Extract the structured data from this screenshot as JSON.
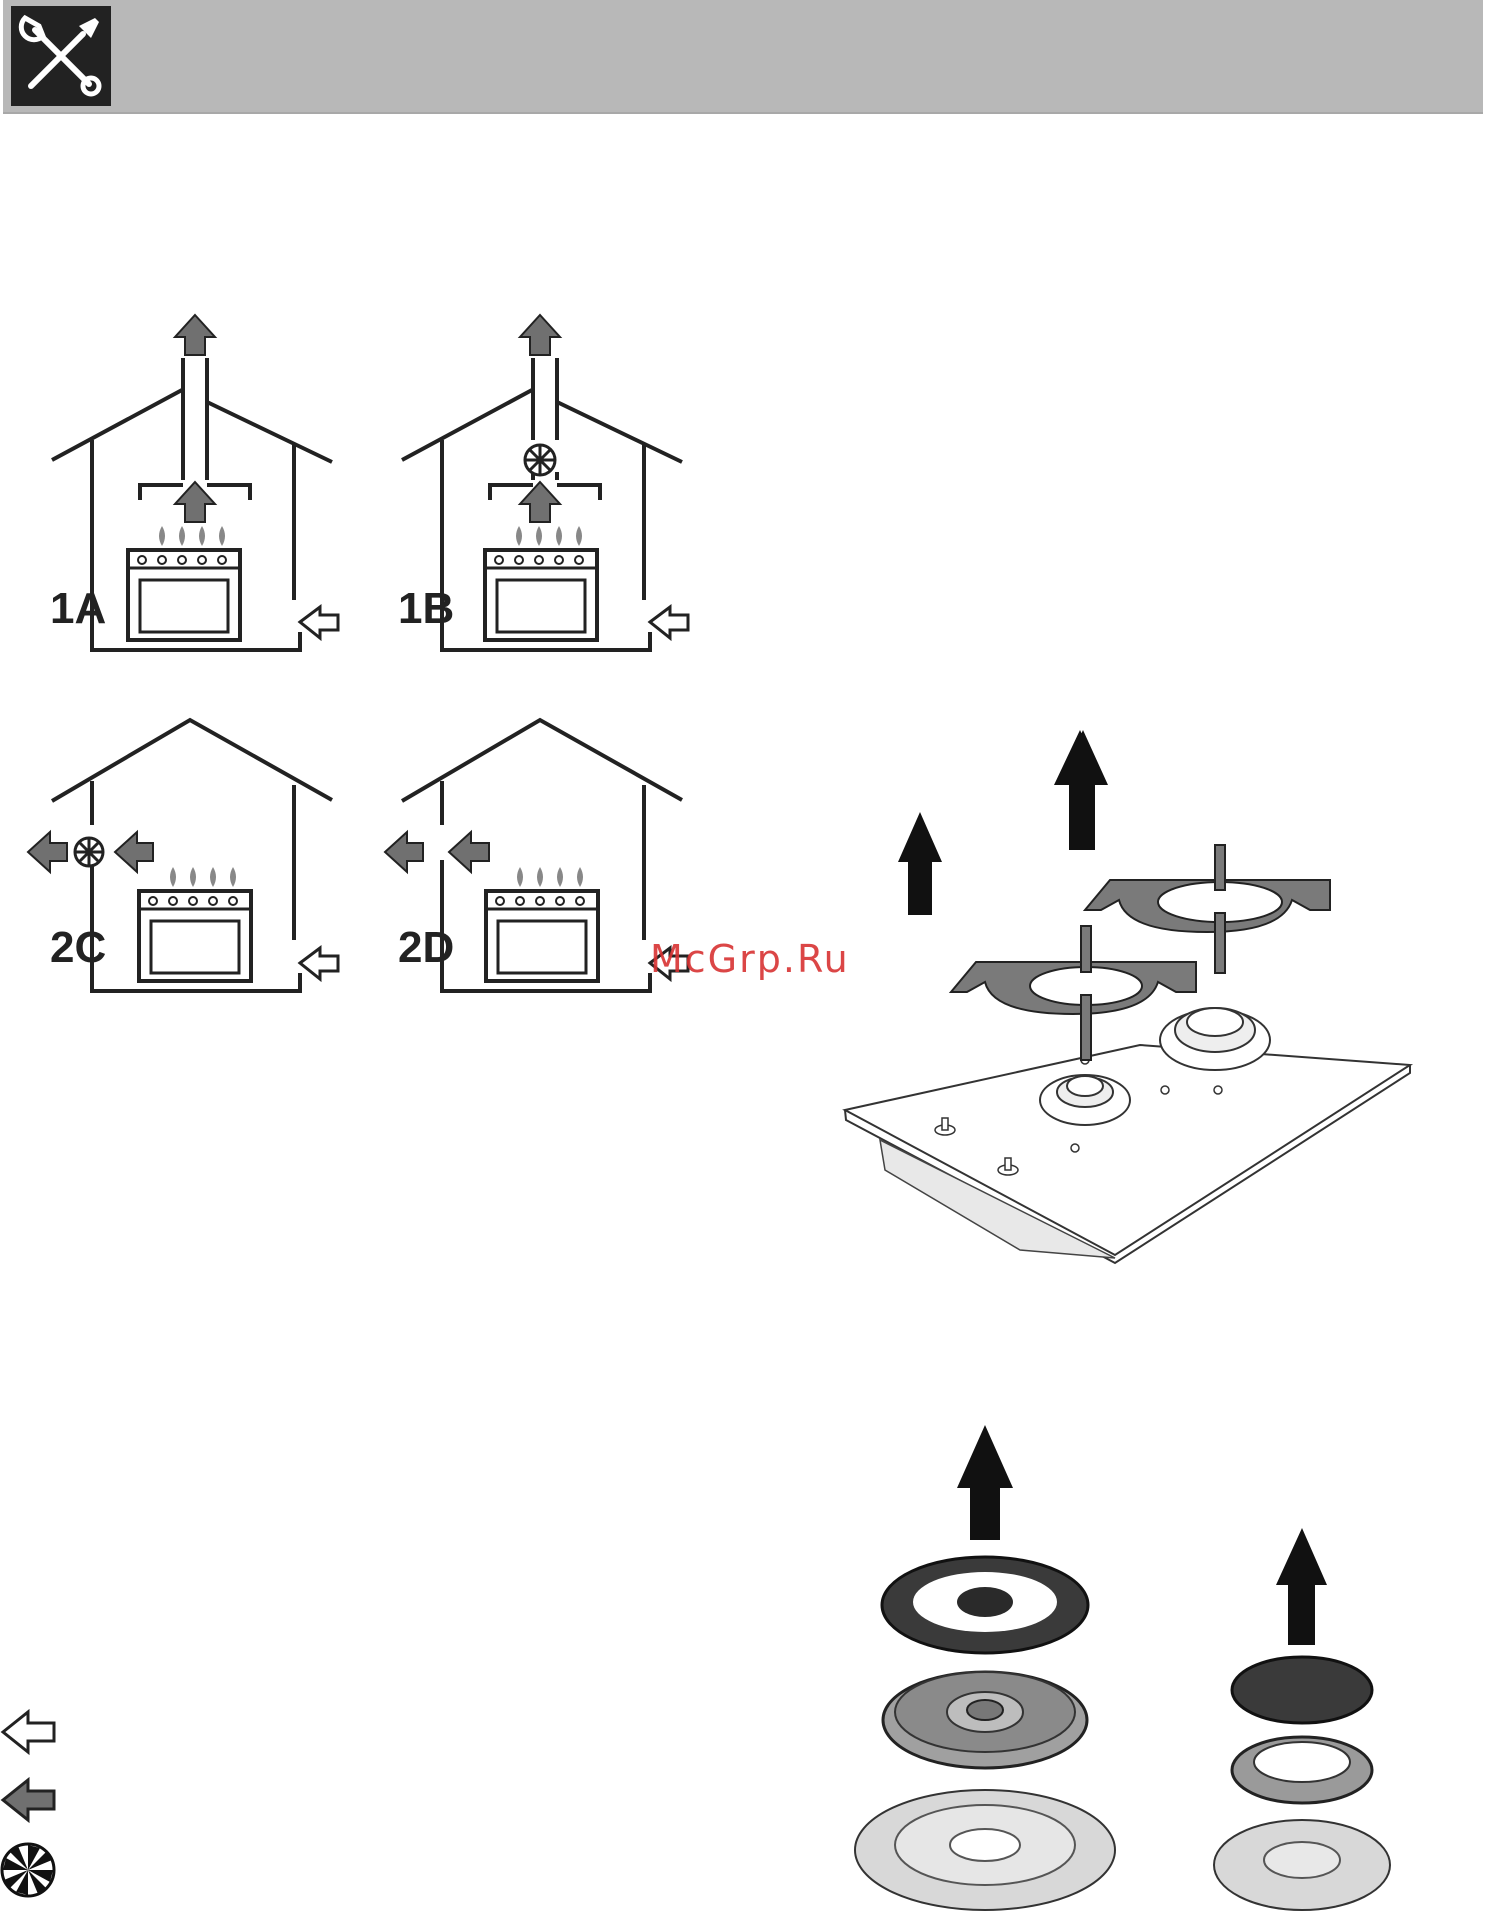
{
  "header": {
    "icon": "tools-icon",
    "background_color": "#b8b8b8"
  },
  "ventilation_figures": [
    {
      "label": "1A"
    },
    {
      "label": "1B"
    },
    {
      "label": "2C"
    },
    {
      "label": "2D"
    }
  ],
  "legend": {
    "icons": [
      "outline-arrow-icon",
      "filled-arrow-icon",
      "fan-icon"
    ]
  },
  "watermark": "McGrp.Ru",
  "colors": {
    "arrow_fill": "#707070",
    "line": "#222222",
    "watermark": "#d73232"
  }
}
